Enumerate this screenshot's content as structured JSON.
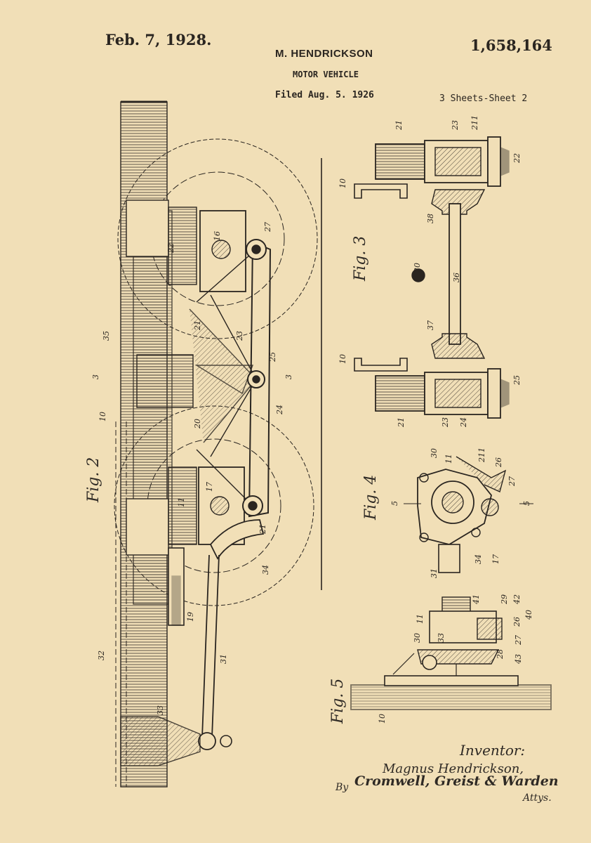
{
  "header": {
    "date": "Feb. 7, 1928.",
    "patent_number": "1,658,164",
    "inventor_name": "M. HENDRICKSON",
    "title": "MOTOR VEHICLE",
    "filed": "Filed Aug. 5. 1926",
    "sheets": "3 Sheets-Sheet 2"
  },
  "figures": {
    "fig2": "Fig. 2",
    "fig3": "Fig. 3",
    "fig4": "Fig. 4",
    "fig5": "Fig. 5"
  },
  "reference_numerals": {
    "fig2": [
      "10",
      "35",
      "3",
      "3",
      "16",
      "22",
      "17",
      "27",
      "25",
      "23",
      "24",
      "21",
      "20",
      "21",
      "34",
      "19",
      "32",
      "31",
      "33",
      "11"
    ],
    "fig3": [
      "21",
      "23",
      "211",
      "22",
      "10",
      "38",
      "20",
      "36",
      "37",
      "10",
      "25",
      "21",
      "23",
      "24"
    ],
    "fig4": [
      "30",
      "11",
      "211",
      "26",
      "27",
      "5",
      "5",
      "34",
      "17",
      "31"
    ],
    "fig5": [
      "41",
      "29",
      "42",
      "26",
      "40",
      "11",
      "30",
      "33",
      "28",
      "27",
      "43",
      "10"
    ]
  },
  "signature": {
    "inventor_label": "Inventor:",
    "inventor": "Magnus Hendrickson,",
    "by": "By",
    "attorneys": "Cromwell, Greist & Warden",
    "attys": "Attys."
  }
}
